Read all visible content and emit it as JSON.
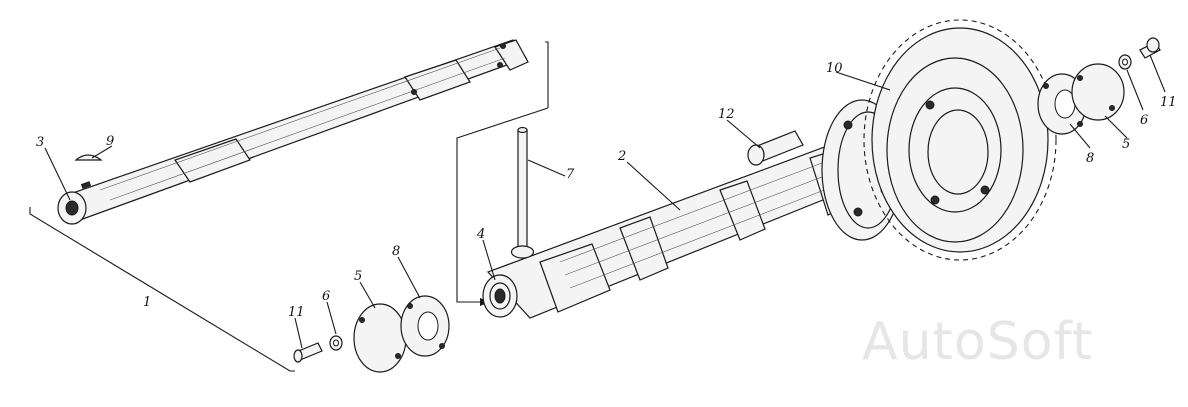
{
  "labels": {
    "l1": "1",
    "l2": "2",
    "l3": "3",
    "l4": "4",
    "l5a": "5",
    "l5b": "5",
    "l6a": "6",
    "l6b": "6",
    "l7": "7",
    "l8a": "8",
    "l8b": "8",
    "l9": "9",
    "l10": "10",
    "l11a": "11",
    "l11b": "11",
    "l12": "12"
  },
  "watermark": "AutoSoft"
}
